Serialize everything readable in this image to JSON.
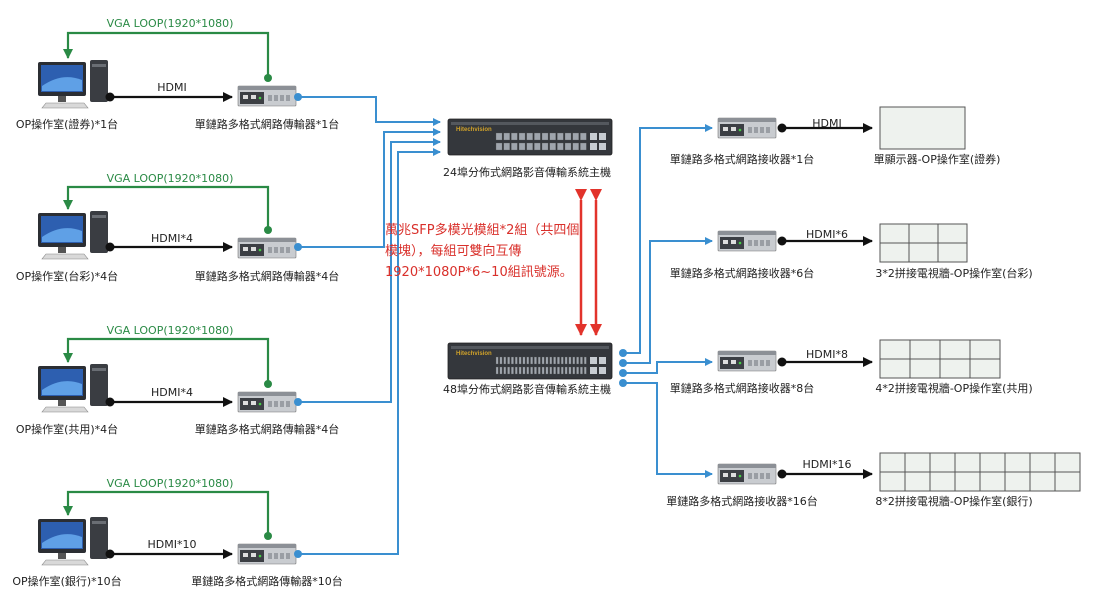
{
  "sources": [
    {
      "station": "OP操作室(證券)*1台",
      "transmitter": "單鏈路多格式網路傳輸器*1台",
      "hdmi": "HDMI",
      "vga": "VGA LOOP(1920*1080)"
    },
    {
      "station": "OP操作室(台彩)*4台",
      "transmitter": "單鏈路多格式網路傳輸器*4台",
      "hdmi": "HDMI*4",
      "vga": "VGA LOOP(1920*1080)"
    },
    {
      "station": "OP操作室(共用)*4台",
      "transmitter": "單鏈路多格式網路傳輸器*4台",
      "hdmi": "HDMI*4",
      "vga": "VGA LOOP(1920*1080)"
    },
    {
      "station": "OP操作室(銀行)*10台",
      "transmitter": "單鏈路多格式網路傳輸器*10台",
      "hdmi": "HDMI*10",
      "vga": "VGA LOOP(1920*1080)"
    }
  ],
  "switches": {
    "top": {
      "label": "24埠分佈式網路影音傳輸系統主機",
      "brand": "Hitechvision"
    },
    "bottom": {
      "label": "48埠分佈式網路影音傳輸系統主機",
      "brand": "Hitechvision"
    }
  },
  "fiber_note": "萬兆SFP多模光模組*2組（共四個模塊），每組可雙向互傳1920*1080P*6~10組訊號源。",
  "outputs": [
    {
      "receiver": "單鏈路多格式網路接收器*1台",
      "hdmi": "HDMI",
      "display": "單顯示器-OP操作室(證券)",
      "cols": 1,
      "rows": 1
    },
    {
      "receiver": "單鏈路多格式網路接收器*6台",
      "hdmi": "HDMI*6",
      "display": "3*2拼接電視牆-OP操作室(台彩)",
      "cols": 3,
      "rows": 2
    },
    {
      "receiver": "單鏈路多格式網路接收器*8台",
      "hdmi": "HDMI*8",
      "display": "4*2拼接電視牆-OP操作室(共用)",
      "cols": 4,
      "rows": 2
    },
    {
      "receiver": "單鏈路多格式網路接收器*16台",
      "hdmi": "HDMI*16",
      "display": "8*2拼接電視牆-OP操作室(銀行)",
      "cols": 8,
      "rows": 2
    }
  ],
  "colors": {
    "vga": "#2a8a45",
    "network": "#3a8fd0",
    "hdmi": "#111111",
    "fiber": "#e2332b",
    "wall_fill": "#eef2ee",
    "wall_border": "#555555"
  }
}
